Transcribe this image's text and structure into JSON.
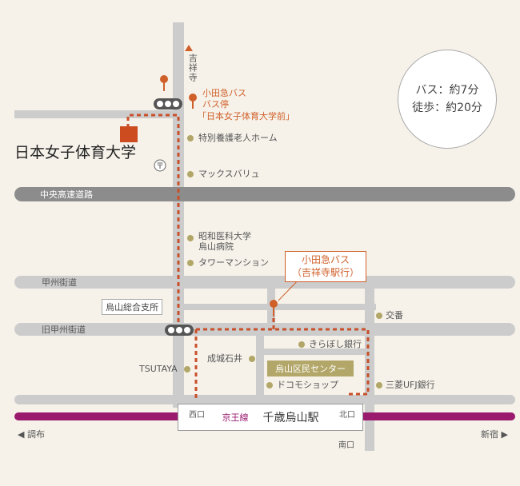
{
  "map": {
    "roads": {
      "expressway": "中央高速道路",
      "koshu_kaido": "甲州街道",
      "old_koshu_kaido": "旧甲州街道"
    },
    "north_direction": "吉祥寺",
    "university": "日本女子体育大学",
    "bus_stop_1": {
      "line1": "小田急バス",
      "line2": "バス停",
      "line3": "「日本女子体育大学前」"
    },
    "bus_stop_2": {
      "line1": "小田急バス",
      "line2": "（吉祥寺駅行）"
    },
    "landmarks": {
      "nursing_home": "特別養護老人ホーム",
      "maxvalu": "マックスバリュ",
      "showa_hospital_1": "昭和医科大学",
      "showa_hospital_2": "烏山病院",
      "tower_mansion": "タワーマンション",
      "branch_office": "烏山総合支所",
      "koban": "交番",
      "kiraboshi": "きらぼし銀行",
      "seijo_ishii": "成城石井",
      "tsutaya": "TSUTAYA",
      "civic_center": "烏山区民センター",
      "docomo": "ドコモショップ",
      "mufg": "三菱UFJ銀行"
    },
    "station": {
      "line_name": "京王線",
      "name": "千歳烏山駅",
      "west_exit": "西口",
      "north_exit": "北口",
      "south_exit": "南口"
    },
    "directions": {
      "left": "調布",
      "right": "新宿"
    },
    "access": {
      "bus": "バス：約7分",
      "walk": "徒歩：約20分"
    },
    "colors": {
      "road": "#cccccc",
      "expressway": "#8c8c8c",
      "route": "#c8502a",
      "keio_line": "#9a1a6e",
      "landmark_dot": "#b2a668",
      "bus_pin": "#d0602a",
      "building": "#cc4b1f"
    },
    "icons": {
      "traffic_signal": "traffic-signal-icon",
      "bus_stop": "bus-stop-pin-icon",
      "post_office": "post-office-icon",
      "landmark": "landmark-dot-icon"
    }
  }
}
